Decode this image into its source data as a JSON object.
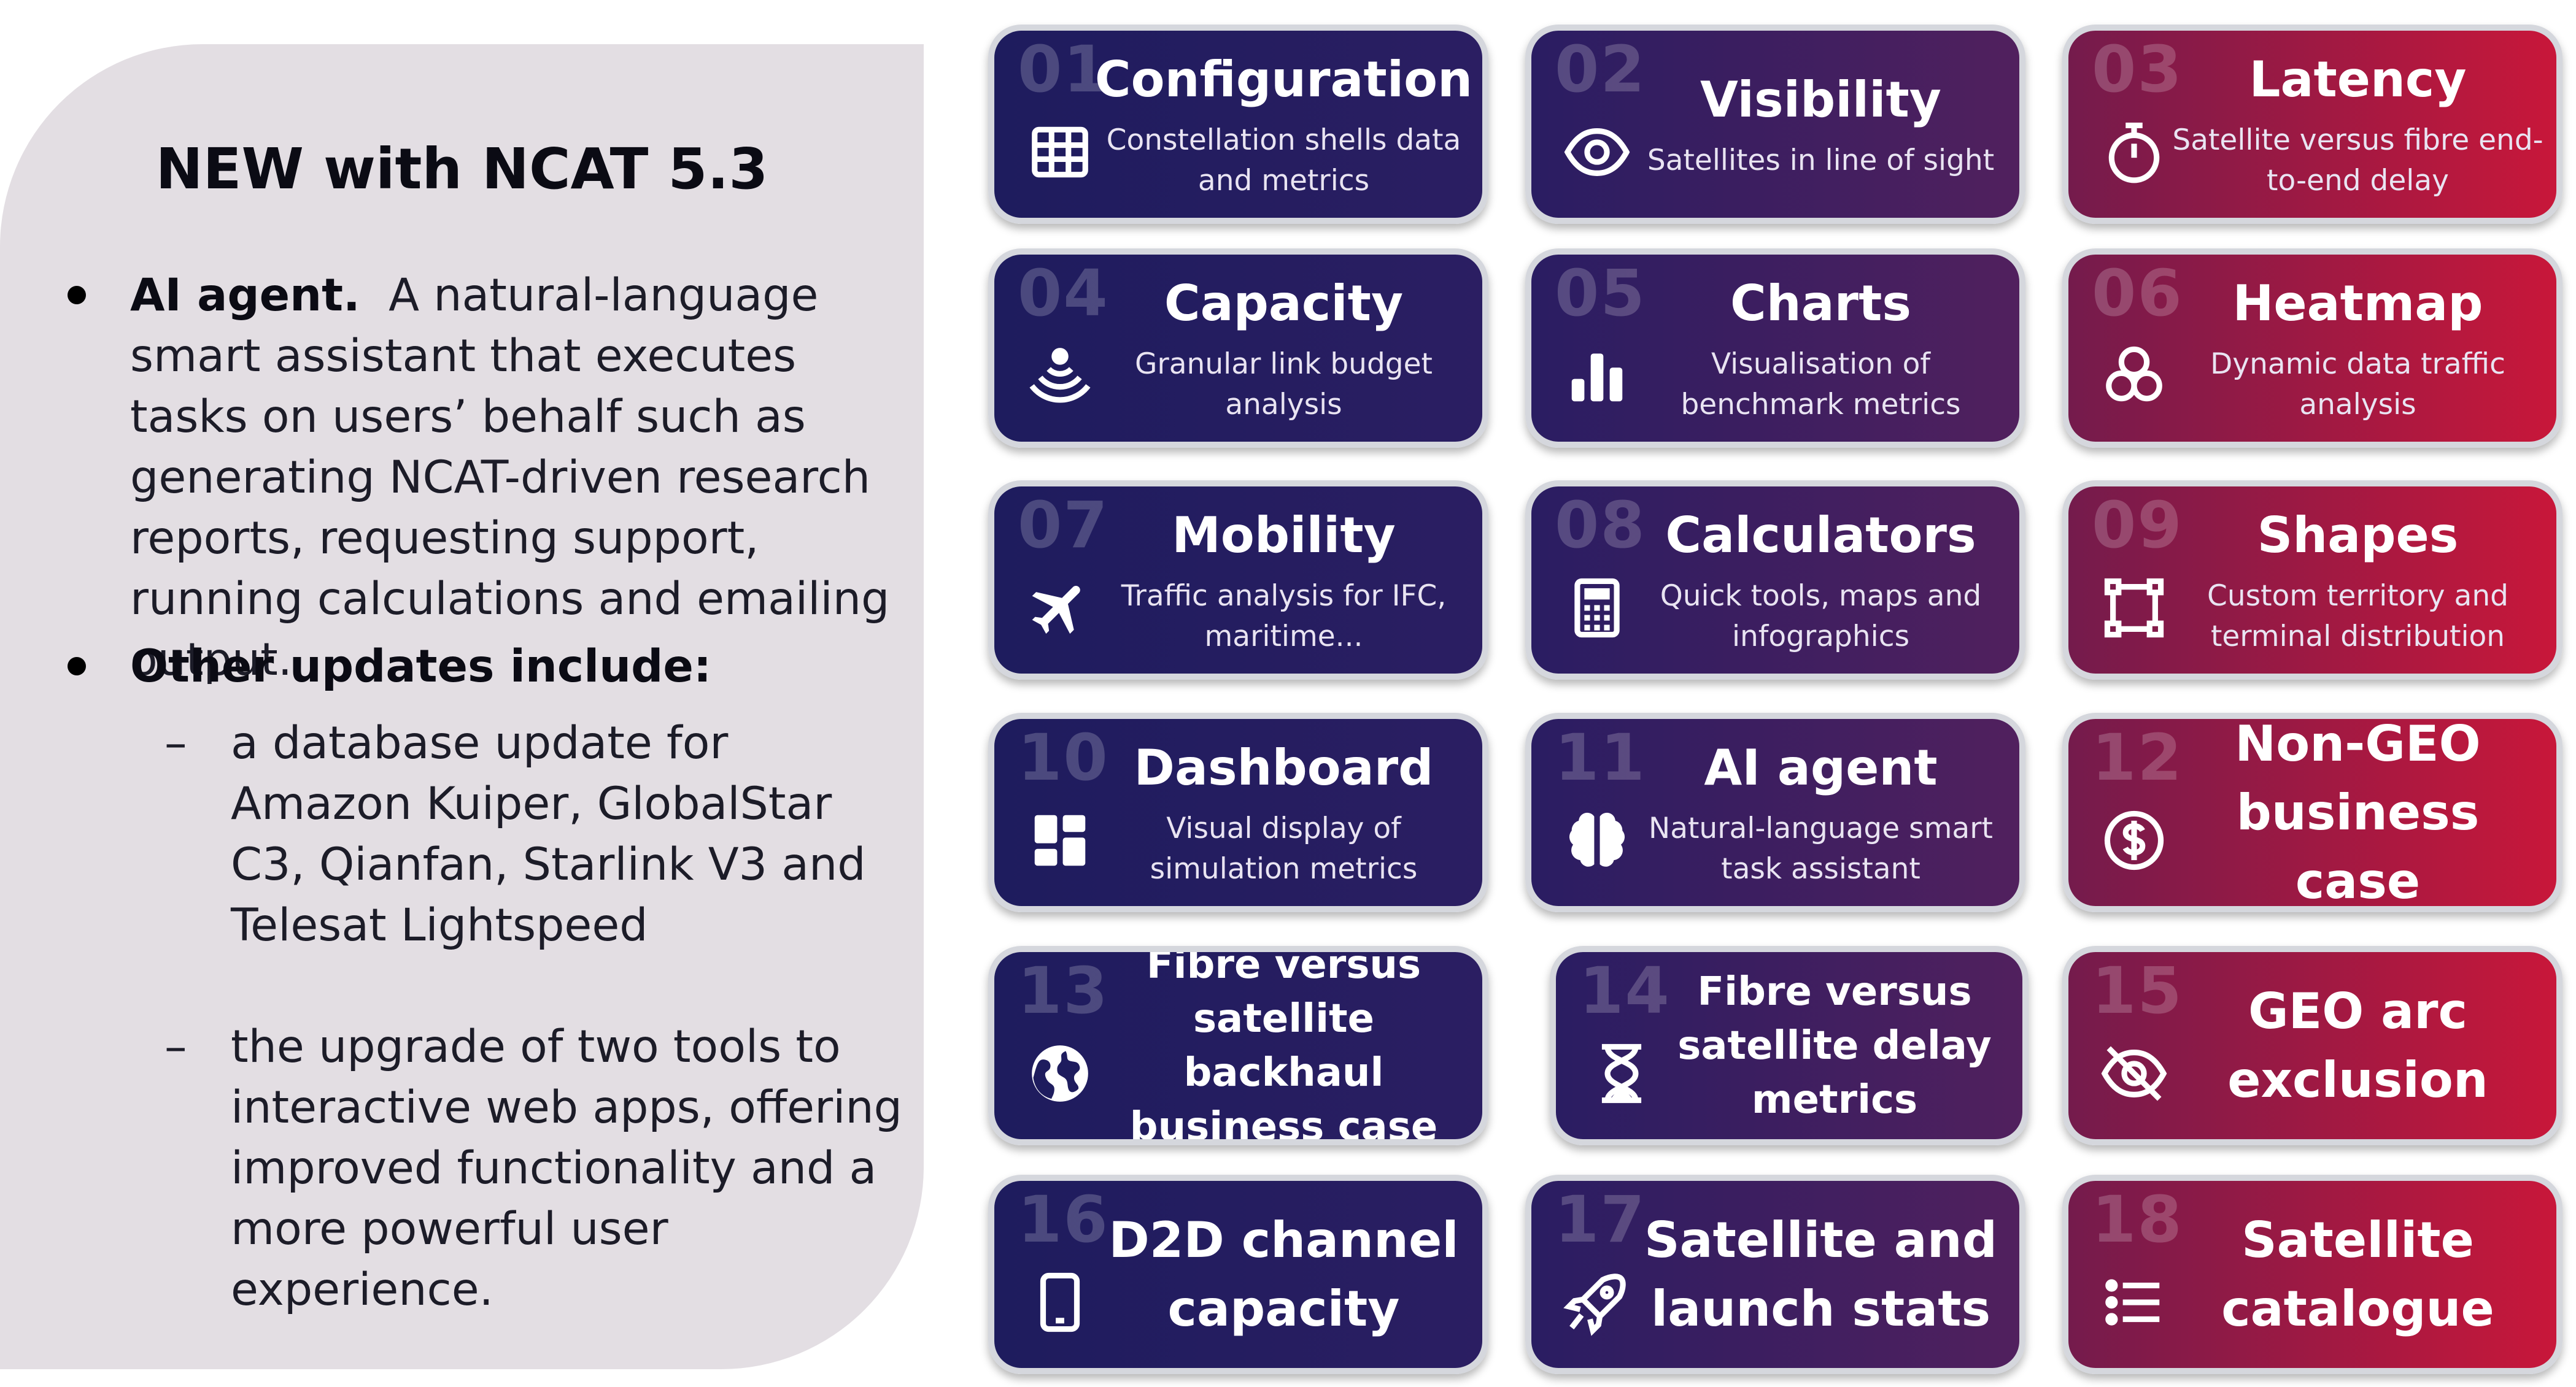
{
  "panel": {
    "title": "NEW with NCAT 5.3",
    "bullets": [
      {
        "bold": "AI agent.",
        "text": "A natural-language smart assistant that executes tasks on users’ behalf such as generating NCAT-driven research reports, requesting support, running calculations and emailing output."
      },
      {
        "bold": "Other updates include:",
        "text": ""
      }
    ],
    "dash_mark": "–",
    "sub_bullets": [
      "a database update for Amazon Kuiper, GlobalStar C3, Qianfan, Starlink V3 and Telesat Lightspeed",
      "the upgrade of two tools to interactive web apps, offering improved functionality and a more powerful user experience."
    ]
  },
  "tiles": [
    {
      "num": "01",
      "title": "Configuration",
      "subtitle": "Constellation shells data and metrics",
      "icon": "grid-icon",
      "color_start": "#1e1c5e",
      "color_end": "#2b1e62"
    },
    {
      "num": "02",
      "title": "Visibility",
      "subtitle": "Satellites in line of sight",
      "icon": "eye-icon",
      "color_start": "#2a1d62",
      "color_end": "#51205e"
    },
    {
      "num": "03",
      "title": "Latency",
      "subtitle": "Satellite versus fibre end-to-end delay",
      "icon": "stopwatch-icon",
      "color_start": "#741b4c",
      "color_end": "#c8173a"
    },
    {
      "num": "04",
      "title": "Capacity",
      "subtitle": "Granular link budget analysis",
      "icon": "signal-waves-icon",
      "color_start": "#1e1c5e",
      "color_end": "#2b1e62"
    },
    {
      "num": "05",
      "title": "Charts",
      "subtitle": "Visualisation of benchmark metrics",
      "icon": "bar-chart-icon",
      "color_start": "#2a1d62",
      "color_end": "#51205e"
    },
    {
      "num": "06",
      "title": "Heatmap",
      "subtitle": "Dynamic data traffic analysis",
      "icon": "cells-icon",
      "color_start": "#741b4c",
      "color_end": "#c8173a"
    },
    {
      "num": "07",
      "title": "Mobility",
      "subtitle": "Traffic analysis for IFC, maritime...",
      "icon": "airplane-icon",
      "color_start": "#1e1c5e",
      "color_end": "#2b1e62"
    },
    {
      "num": "08",
      "title": "Calculators",
      "subtitle": "Quick tools, maps and infographics",
      "icon": "calculator-icon",
      "color_start": "#2a1d62",
      "color_end": "#51205e"
    },
    {
      "num": "09",
      "title": "Shapes",
      "subtitle": "Custom territory and terminal distribution",
      "icon": "vector-shape-icon",
      "color_start": "#741b4c",
      "color_end": "#c8173a"
    },
    {
      "num": "10",
      "title": "Dashboard",
      "subtitle": "Visual display of simulation metrics",
      "icon": "dashboard-icon",
      "color_start": "#1e1c5e",
      "color_end": "#2b1e62"
    },
    {
      "num": "11",
      "title": "AI agent",
      "subtitle": "Natural-language smart task assistant",
      "icon": "brain-icon",
      "color_start": "#2a1d62",
      "color_end": "#51205e"
    },
    {
      "num": "12",
      "title": "Non-GEO business case",
      "subtitle": "",
      "icon": "dollar-coin-icon",
      "color_start": "#741b4c",
      "color_end": "#c8173a"
    },
    {
      "num": "13",
      "title": "Fibre versus satellite backhaul business case",
      "subtitle": "",
      "icon": "globe-icon",
      "color_start": "#1e1c5e",
      "color_end": "#2b1e62"
    },
    {
      "num": "14",
      "title": "Fibre versus satellite delay metrics",
      "subtitle": "",
      "icon": "hourglass-icon",
      "color_start": "#2a1d62",
      "color_end": "#51205e"
    },
    {
      "num": "15",
      "title": "GEO arc exclusion",
      "subtitle": "",
      "icon": "eye-slash-icon",
      "color_start": "#741b4c",
      "color_end": "#c8173a"
    },
    {
      "num": "16",
      "title": "D2D channel capacity",
      "subtitle": "",
      "icon": "mobile-phone-icon",
      "color_start": "#1e1c5e",
      "color_end": "#2b1e62"
    },
    {
      "num": "17",
      "title": "Satellite and launch stats",
      "subtitle": "",
      "icon": "rocket-icon",
      "color_start": "#2a1d62",
      "color_end": "#51205e"
    },
    {
      "num": "18",
      "title": "Satellite catalogue",
      "subtitle": "",
      "icon": "list-icon",
      "color_start": "#741b4c",
      "color_end": "#c8173a"
    }
  ]
}
